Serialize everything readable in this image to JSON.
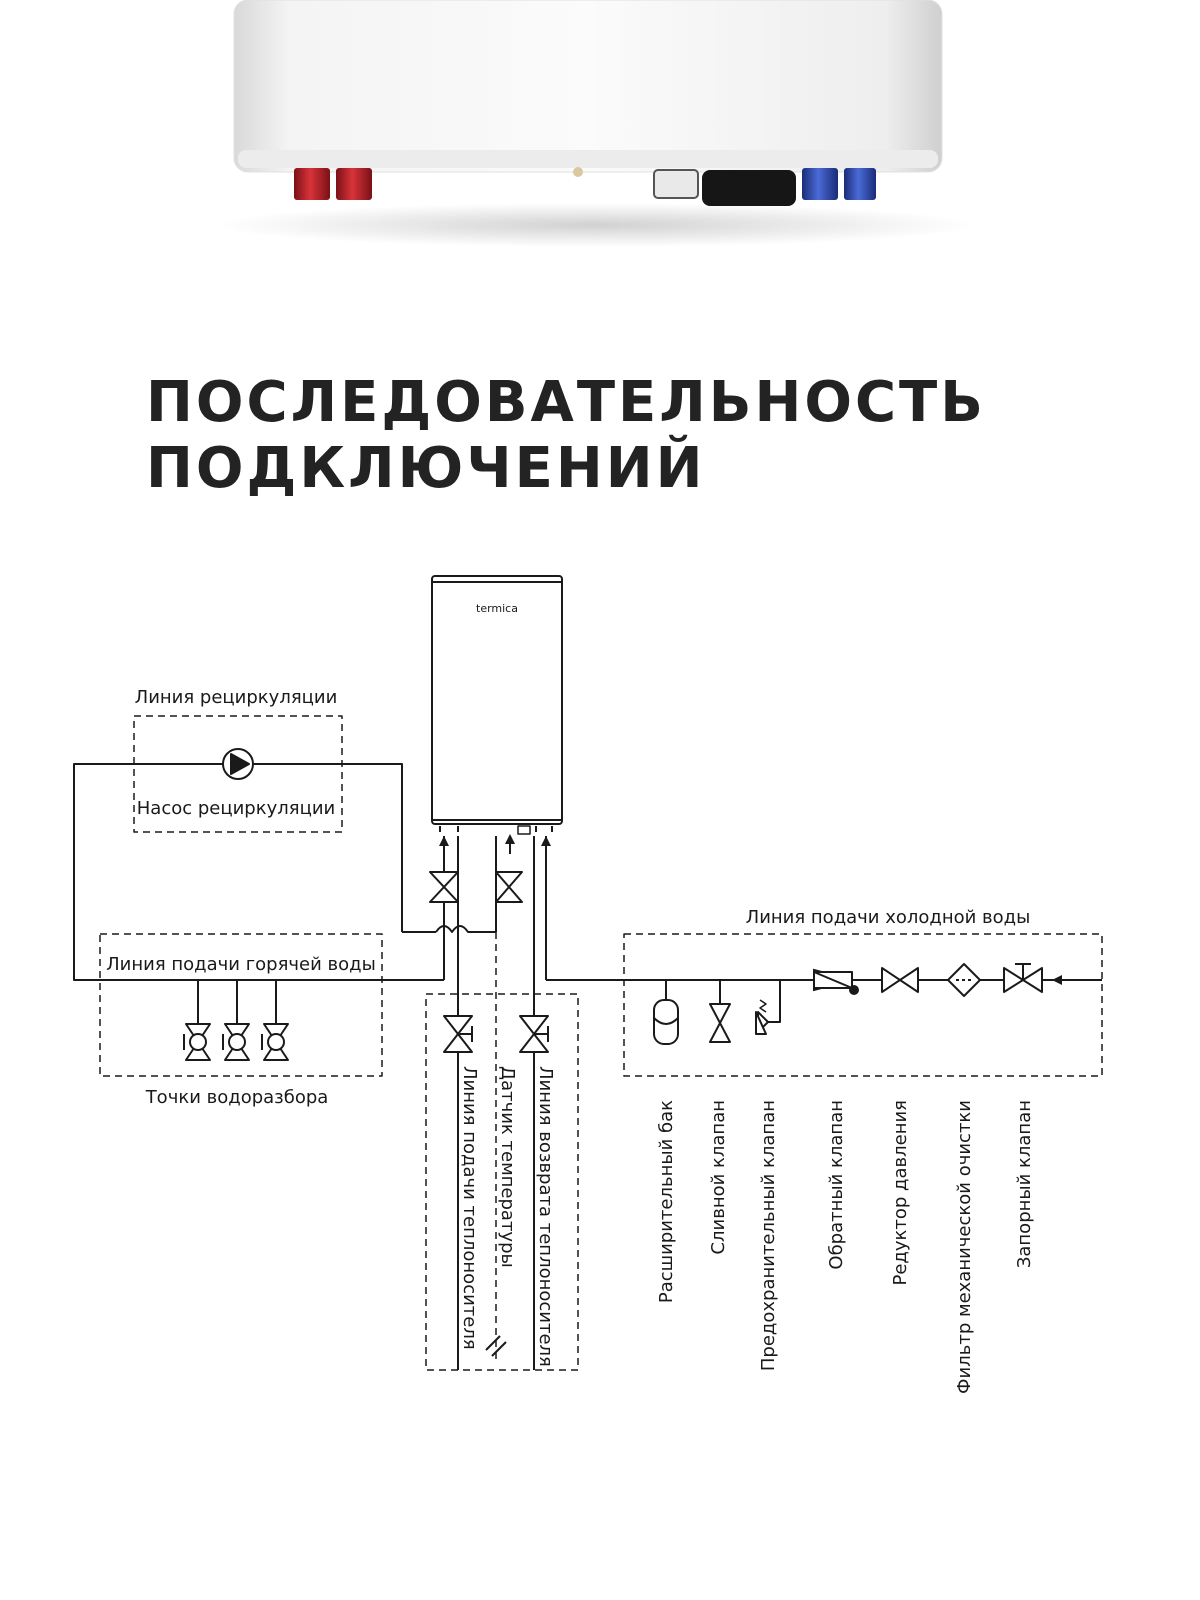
{
  "heading": {
    "line1": "ПОСЛЕДОВАТЕЛЬНОСТЬ",
    "line2": "ПОДКЛЮЧЕНИЙ"
  },
  "heater": {
    "brand": "termica"
  },
  "labels": {
    "recirculation_line": "Линия рециркуляции",
    "recirculation_pump": "Насос рециркуляции",
    "hot_water_line": "Линия подачи горячей воды",
    "draw_off_points": "Точки водоразбора",
    "cold_water_line": "Линия подачи холодной воды",
    "coolant_supply": "Линия подачи теплоносителя",
    "temp_sensor": "Датчик температуры",
    "coolant_return": "Линия возврата теплоносителя"
  },
  "components": [
    "Расширительный бак",
    "Сливной клапан",
    "Предохранительный клапан",
    "Обратный клапан",
    "Редуктор давления",
    "Фильтр механической очистки",
    "Запорный клапан"
  ],
  "colors": {
    "heading": "#232323",
    "line": "#1a1a1a",
    "hot_fitting": "#c0262d",
    "cold_fitting": "#2f4fb5",
    "tank_body": "#f1f1f1"
  }
}
